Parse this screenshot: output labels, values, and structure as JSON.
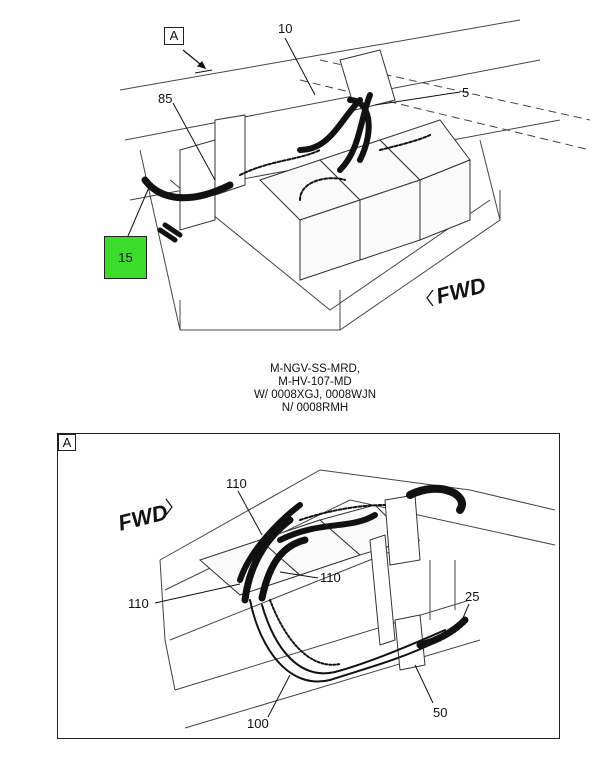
{
  "top_view": {
    "view_marker": "A",
    "callouts": {
      "c10": "10",
      "c5": "5",
      "c85": "85",
      "c15": "15"
    },
    "fwd_label": "FWD",
    "highlight_color": "#3bdc2c"
  },
  "caption": {
    "line1": "M-NGV-SS-MRD,",
    "line2": "M-HV-107-MD",
    "line3": "W/ 0008XGJ, 0008WJN",
    "line4": "N/ 0008RMH"
  },
  "detail_view": {
    "view_marker": "A",
    "callouts": {
      "c110_top": "110",
      "c110_right": "110",
      "c110_left": "110",
      "c25": "25",
      "c50": "50",
      "c100": "100"
    },
    "fwd_label": "FWD"
  }
}
